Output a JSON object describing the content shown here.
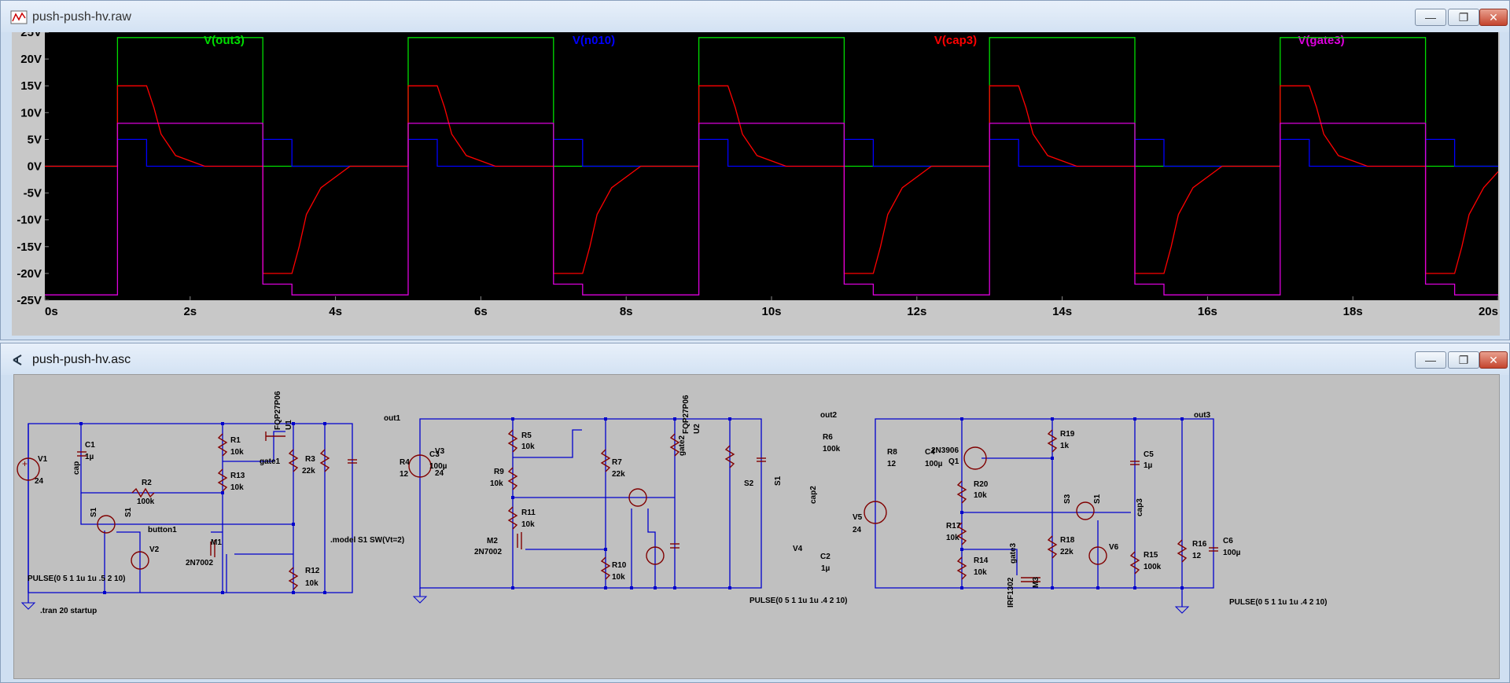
{
  "plot_window": {
    "title": "push-push-hv.raw",
    "controls": {
      "minimize": "—",
      "maximize": "❐",
      "close": "✕"
    }
  },
  "schematic_window": {
    "title": "push-push-hv.asc",
    "controls": {
      "minimize": "—",
      "maximize": "❐",
      "close": "✕"
    }
  },
  "colors": {
    "out3": "#00dd00",
    "n010": "#0000ff",
    "cap3": "#ff0000",
    "gate3": "#dd00dd",
    "plot_bg": "#000000",
    "wire": "#0000cc"
  },
  "chart_data": {
    "type": "line",
    "xlabel": "",
    "ylabel": "",
    "xlim": [
      0,
      20
    ],
    "ylim": [
      -25,
      25
    ],
    "x_ticks": [
      "0s",
      "2s",
      "4s",
      "6s",
      "8s",
      "10s",
      "12s",
      "14s",
      "16s",
      "18s",
      "20s"
    ],
    "y_ticks": [
      "25V",
      "20V",
      "15V",
      "10V",
      "5V",
      "0V",
      "-5V",
      "-10V",
      "-15V",
      "-20V",
      "-25V"
    ],
    "grid": false,
    "legend_placement": "top",
    "series": [
      {
        "name": "V(out3)",
        "x": [
          0,
          1,
          1,
          3,
          3,
          5,
          5,
          7,
          7,
          9,
          9,
          11,
          11,
          13,
          13,
          15,
          15,
          17,
          17,
          19,
          19,
          20
        ],
        "y": [
          0,
          0,
          24,
          24,
          0,
          0,
          24,
          24,
          0,
          0,
          24,
          24,
          0,
          0,
          24,
          24,
          0,
          0,
          24,
          24,
          0,
          0
        ]
      },
      {
        "name": "V(n010)",
        "x": [
          0,
          1,
          1,
          1.4,
          1.4,
          3,
          3,
          3.4,
          3.4,
          5,
          5,
          5.4,
          5.4,
          7,
          7,
          7.4,
          7.4,
          9,
          9,
          9.4,
          9.4,
          11,
          11,
          11.4,
          11.4,
          13,
          13,
          13.4,
          13.4,
          15,
          15,
          15.4,
          15.4,
          17,
          17,
          17.4,
          17.4,
          19,
          19,
          19.4,
          19.4,
          20
        ],
        "y": [
          0,
          0,
          5,
          5,
          0,
          0,
          5,
          5,
          0,
          0,
          5,
          5,
          0,
          0,
          5,
          5,
          0,
          0,
          5,
          5,
          0,
          0,
          5,
          5,
          0,
          0,
          5,
          5,
          0,
          0,
          5,
          5,
          0,
          0,
          5,
          5,
          0,
          0,
          5,
          5,
          0,
          0
        ]
      },
      {
        "name": "V(cap3)",
        "x": [
          0,
          1,
          1,
          1.4,
          1.5,
          1.6,
          1.8,
          2.2,
          3,
          3,
          3.4,
          3.5,
          3.6,
          3.8,
          4.2,
          5,
          5,
          5.4,
          5.5,
          5.6,
          5.8,
          6.2,
          7,
          7,
          7.4,
          7.5,
          7.6,
          7.8,
          8.2,
          9,
          9,
          9.4,
          9.5,
          9.6,
          9.8,
          10.2,
          11,
          11,
          11.4,
          11.5,
          11.6,
          11.8,
          12.2,
          13,
          13,
          13.4,
          13.5,
          13.6,
          13.8,
          14.2,
          15,
          15,
          15.4,
          15.5,
          15.6,
          15.8,
          16.2,
          17,
          17,
          17.4,
          17.5,
          17.6,
          17.8,
          18.2,
          19,
          19,
          19.4,
          19.5,
          19.6,
          19.8,
          20
        ],
        "y": [
          0,
          0,
          15,
          15,
          11,
          6,
          2,
          0,
          0,
          -20,
          -20,
          -15,
          -9,
          -4,
          0,
          0,
          15,
          15,
          11,
          6,
          2,
          0,
          0,
          -20,
          -20,
          -15,
          -9,
          -4,
          0,
          0,
          15,
          15,
          11,
          6,
          2,
          0,
          0,
          -20,
          -20,
          -15,
          -9,
          -4,
          0,
          0,
          15,
          15,
          11,
          6,
          2,
          0,
          0,
          -20,
          -20,
          -15,
          -9,
          -4,
          0,
          0,
          15,
          15,
          11,
          6,
          2,
          0,
          0,
          -20,
          -20,
          -15,
          -9,
          -4,
          -1
        ]
      },
      {
        "name": "V(gate3)",
        "x": [
          0,
          1,
          1,
          1.4,
          1.4,
          3,
          3,
          3.4,
          3.4,
          5,
          5,
          5.4,
          5.4,
          7,
          7,
          7.4,
          7.4,
          9,
          9,
          9.4,
          9.4,
          11,
          11,
          11.4,
          11.4,
          13,
          13,
          13.4,
          13.4,
          15,
          15,
          15.4,
          15.4,
          17,
          17,
          17.4,
          17.4,
          19,
          19,
          19.4,
          19.4,
          20
        ],
        "y": [
          -24,
          -24,
          8,
          8,
          8,
          8,
          -22,
          -22,
          -24,
          -24,
          8,
          8,
          8,
          8,
          -22,
          -22,
          -24,
          -24,
          8,
          8,
          8,
          8,
          -22,
          -22,
          -24,
          -24,
          8,
          8,
          8,
          8,
          -22,
          -22,
          -24,
          -24,
          8,
          8,
          8,
          8,
          -22,
          -22,
          -24,
          -24
        ]
      }
    ]
  },
  "schematic": {
    "labels": [
      "V1",
      "24",
      "C1",
      "1µ",
      "cap",
      "R1",
      "10k",
      "R13",
      "10k",
      "R2",
      "100k",
      "FQP27P06",
      "U1",
      "gate1",
      "R3",
      "22k",
      "out1",
      "R4",
      "12",
      "C3",
      "100µ",
      "S1",
      "S1",
      "button1",
      "V2",
      "M1",
      "2N7002",
      "R12",
      "10k",
      ".model S1 SW(Vt=2)",
      "PULSE(0 5 1 1u 1u .5 2 10)",
      ".tran 20 startup",
      "V3",
      "24",
      "R5",
      "10k",
      "R9",
      "10k",
      "R11",
      "10k",
      "M2",
      "2N7002",
      "FQP27P06",
      "U2",
      "gate2",
      "R7",
      "22k",
      "out2",
      "R6",
      "100k",
      "S2",
      "S1",
      "cap2",
      "C2",
      "1µ",
      "V4",
      "R10",
      "10k",
      "R8",
      "12",
      "C4",
      "100µ",
      "PULSE(0 5 1 1u 1u .4 2 10)",
      "V5",
      "24",
      "2N3906",
      "Q1",
      "R20",
      "10k",
      "R17",
      "10k",
      "R14",
      "10k",
      "gate3",
      "IRF1302",
      "M3",
      "R19",
      "1k",
      "R18",
      "22k",
      "S3",
      "S1",
      "cap3",
      "V6",
      "C5",
      "1µ",
      "R15",
      "100k",
      "out3",
      "R16",
      "12",
      "C6",
      "100µ",
      "PULSE(0 5 1 1u 1u .4 2 10)"
    ]
  }
}
